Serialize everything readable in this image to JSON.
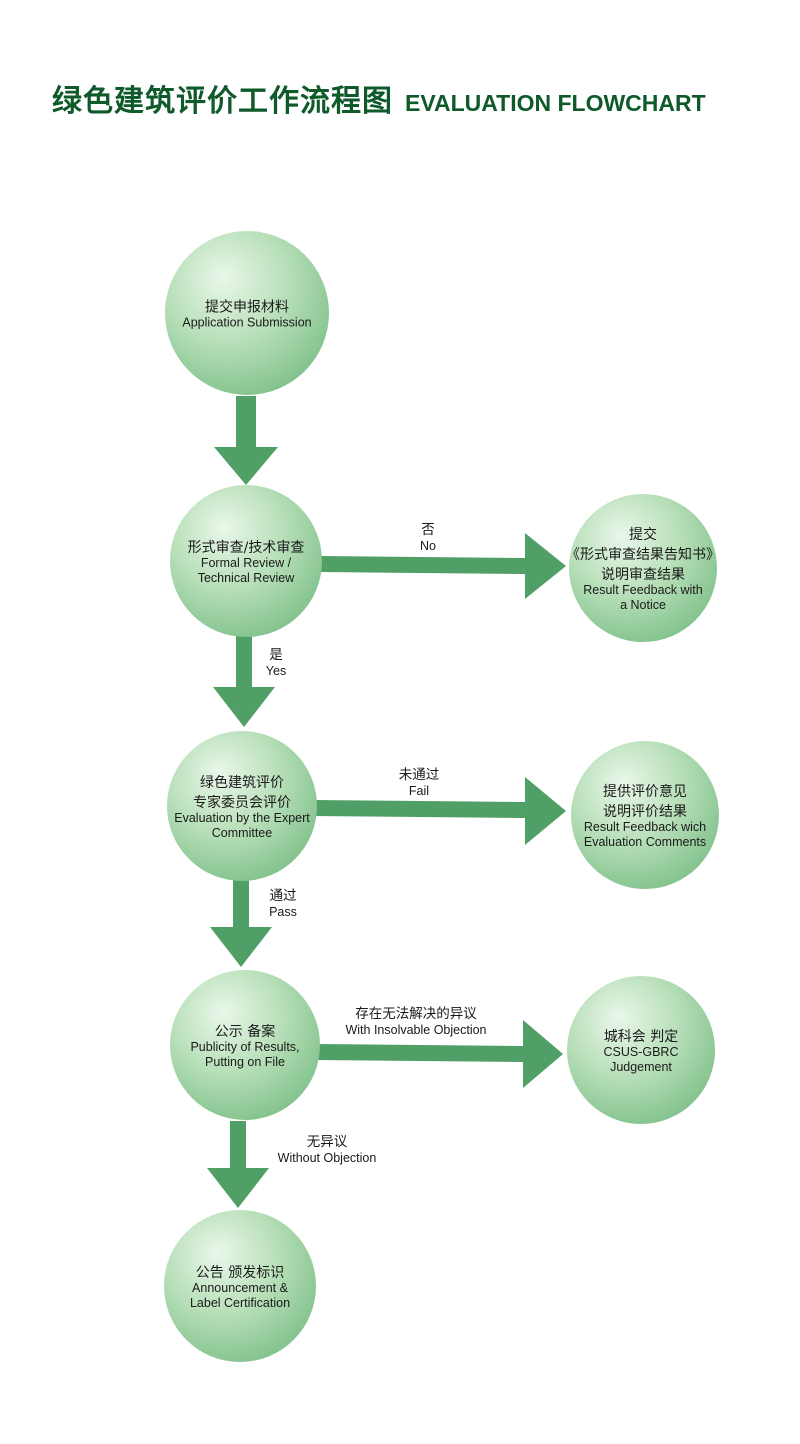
{
  "title": {
    "cn": "绿色建筑评价工作流程图",
    "en": "EVALUATION FLOWCHART"
  },
  "colors": {
    "title": "#0f5a2a",
    "arrow": "#4f9f66",
    "circle_light": "#eaf7ea",
    "circle_mid": "#b7dfb8",
    "circle_dark": "#7fc08a"
  },
  "nodes": [
    {
      "id": "application-submission",
      "cn": [
        "提交申报材料"
      ],
      "en": [
        "Application Submission"
      ]
    },
    {
      "id": "formal-review",
      "cn": [
        "形式审查/技术审查"
      ],
      "en": [
        "Formal Review /",
        "Technical Review"
      ]
    },
    {
      "id": "expert-evaluation",
      "cn": [
        "绿色建筑评价",
        "专家委员会评价"
      ],
      "en": [
        "Evaluation by the Expert",
        "Committee"
      ]
    },
    {
      "id": "publicity",
      "cn": [
        "公示  备案"
      ],
      "en": [
        "Publicity of Results,",
        "Putting on File"
      ]
    },
    {
      "id": "announcement",
      "cn": [
        "公告  颁发标识"
      ],
      "en": [
        "Announcement &",
        "Label Certification"
      ]
    },
    {
      "id": "result-feedback-notice",
      "cn": [
        "提交",
        "《形式审查结果告知书》",
        "说明审查结果"
      ],
      "en": [
        "Result Feedback with",
        "a Notice"
      ]
    },
    {
      "id": "result-feedback-comments",
      "cn": [
        "提供评价意见",
        "说明评价结果"
      ],
      "en": [
        "Result Feedback wich",
        "Evaluation Comments"
      ]
    },
    {
      "id": "judgement",
      "cn": [
        "城科会  判定"
      ],
      "en": [
        "CSUS-GBRC",
        "Judgement"
      ]
    }
  ],
  "edges": [
    {
      "id": "submit-to-review",
      "from": "application-submission",
      "to": "formal-review",
      "cn": "",
      "en": ""
    },
    {
      "id": "review-no",
      "from": "formal-review",
      "to": "result-feedback-notice",
      "cn": "否",
      "en": "No"
    },
    {
      "id": "review-yes",
      "from": "formal-review",
      "to": "expert-evaluation",
      "cn": "是",
      "en": "Yes"
    },
    {
      "id": "evaluation-fail",
      "from": "expert-evaluation",
      "to": "result-feedback-comments",
      "cn": "未通过",
      "en": "Fail"
    },
    {
      "id": "evaluation-pass",
      "from": "expert-evaluation",
      "to": "publicity",
      "cn": "通过",
      "en": "Pass"
    },
    {
      "id": "publicity-objection",
      "from": "publicity",
      "to": "judgement",
      "cn": "存在无法解决的异议",
      "en": "With Insolvable Objection"
    },
    {
      "id": "publicity-no-objection",
      "from": "publicity",
      "to": "announcement",
      "cn": "无异议",
      "en": "Without Objection"
    }
  ]
}
